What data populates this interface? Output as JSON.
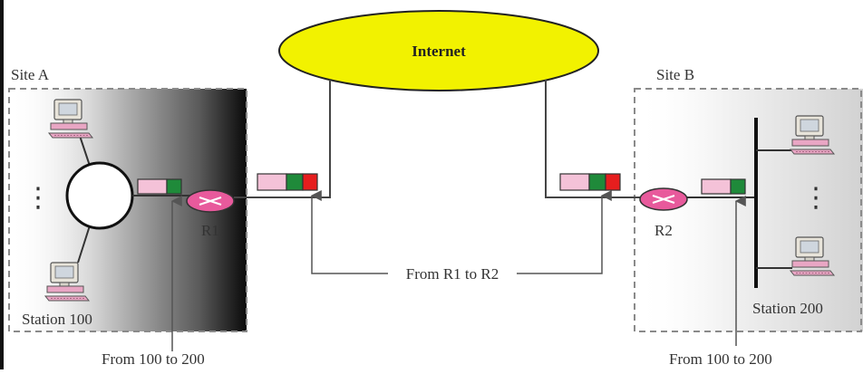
{
  "cloud_label": "Internet",
  "site_a": {
    "label": "Site A",
    "station_label": "Station 100",
    "router_label": "R1"
  },
  "site_b": {
    "label": "Site B",
    "station_label": "Station 200",
    "router_label": "R2"
  },
  "annotations": {
    "inner_left": "From 100 to 200",
    "inner_right": "From 100 to 200",
    "outer": "From R1 to R2"
  },
  "ellipsis": "⋮",
  "colors": {
    "cloud_fill": "#f2f200",
    "router": "#e85a9c",
    "header_pink": "#f4c2d8",
    "header_green": "#1f8a3a",
    "header_red": "#e61e1e",
    "computer_beige": "#e8e4da",
    "computer_pink": "#e9a6c4",
    "dashed_border": "#8a8a8a"
  },
  "icons": [
    "computer-icon",
    "router-icon",
    "ring-network-icon",
    "bus-network-icon",
    "packet-icon",
    "cloud-icon"
  ]
}
